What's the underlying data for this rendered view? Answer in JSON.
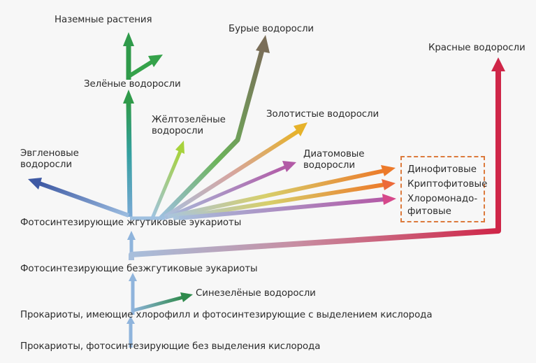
{
  "labels": {
    "land_plants": "Наземные растения",
    "brown_algae": "Бурые водоросли",
    "red_algae": "Красные водоросли",
    "green_algae": "Зелёные водоросли",
    "yellow_green_1": "Жёлтозелёные",
    "yellow_green_2": "водоросли",
    "golden_algae": "Золотистые водоросли",
    "euglena_1": "Эвгленовые",
    "euglena_2": "водоросли",
    "diatoms_1": "Диатомовые",
    "diatoms_2": "водоросли",
    "flagellate_eukaryotes": "Фотосинтезирующие жгутиковые эукариоты",
    "nonflagellate_eukaryotes": "Фотосинтезирующие безжгутиковые эукариоты",
    "cyanobacteria": "Синезелёные водоросли",
    "oxygen_prokaryotes": "Прокариоты, имеющие хлорофилл и фотосинтезирующие с выделением кислорода",
    "anoxygen_prokaryotes": "Прокариоты, фотосинтезирующие без выделения кислорода"
  },
  "box": {
    "dino": "Динофитовые",
    "crypto": "Криптофитовые",
    "chloromonad_1": "Хлоромонадо-",
    "chloromonad_2": "фитовые"
  },
  "colors": {
    "base_blue": "#8fb4dc",
    "green_trunk": "#2e9a4e",
    "red_branch": "#cc2c4a",
    "brown": "#7a6e58",
    "orange": "#e77a2a",
    "box_border": "#dc7a3c"
  }
}
